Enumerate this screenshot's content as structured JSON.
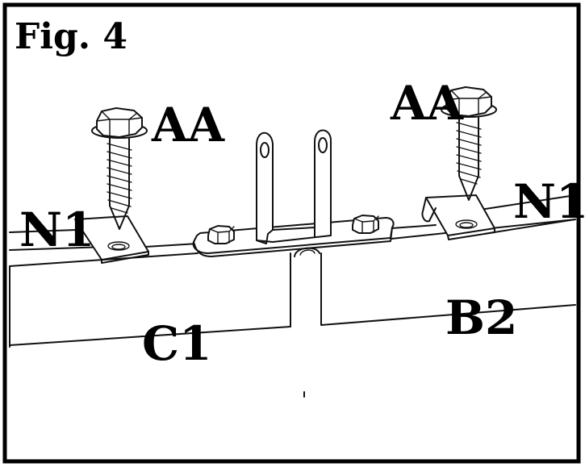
{
  "figure": {
    "title": "Fig. 4",
    "labels": {
      "screw_left": "AA",
      "screw_right": "AA",
      "bracket_left": "N1",
      "bracket_right": "N1",
      "panel_left": "C1",
      "panel_right": "B2"
    }
  }
}
